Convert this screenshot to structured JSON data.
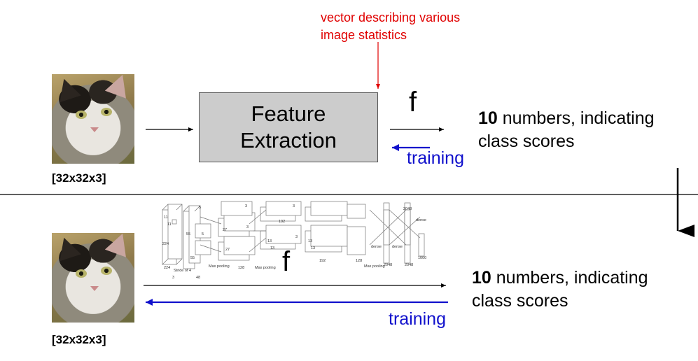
{
  "top_row": {
    "image_dims_label": "[32x32x3]",
    "feature_box_line1": "Feature",
    "feature_box_line2": "Extraction",
    "annotation_line1": "vector describing various",
    "annotation_line2": "image statistics",
    "function_label": "f",
    "output_count": "10",
    "output_line1_rest": " numbers, indicating",
    "output_line2": "class scores",
    "training_label": "training"
  },
  "bottom_row": {
    "image_dims_label": "[32x32x3]",
    "function_label": "f",
    "output_count": "10",
    "output_line1_rest": " numbers, indicating",
    "output_line2": "class scores",
    "training_label": "training"
  },
  "cnn_figure": {
    "tick_labels": [
      "11",
      "11",
      "224",
      "224",
      "3",
      "Stride of 4",
      "55",
      "55",
      "48",
      "5",
      "5",
      "27",
      "27",
      "128",
      "Max pooling",
      "3",
      "3",
      "13",
      "13",
      "192",
      "3",
      "3",
      "13",
      "13",
      "192",
      "128",
      "Max pooling",
      "2048",
      "2048",
      "dense",
      "dense",
      "dense",
      "1000",
      "Max pooling",
      "2048"
    ]
  },
  "colors": {
    "annotation": "#e00000",
    "training": "#1010cc",
    "feature_box_fill": "#cccccc"
  }
}
